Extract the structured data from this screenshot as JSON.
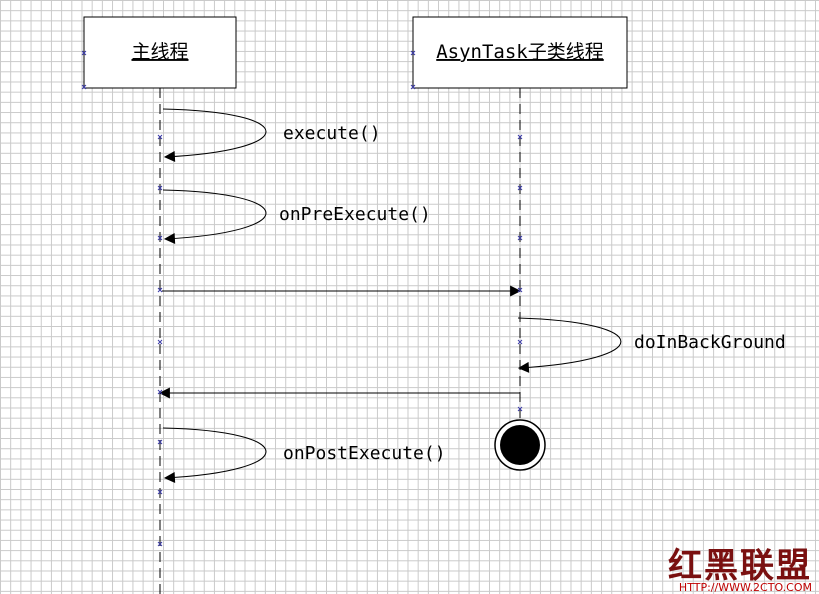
{
  "lifelines": {
    "main": {
      "label": "主线程"
    },
    "async": {
      "label": "AsynTask子类线程"
    }
  },
  "messages": {
    "execute": "execute()",
    "on_pre_execute": "onPreExecute()",
    "do_in_background": "doInBackGround",
    "on_post_execute": "onPostExecute()"
  },
  "watermark": {
    "brand": "红黑联盟",
    "url": "HTTP://WWW.2CTO.COM"
  }
}
